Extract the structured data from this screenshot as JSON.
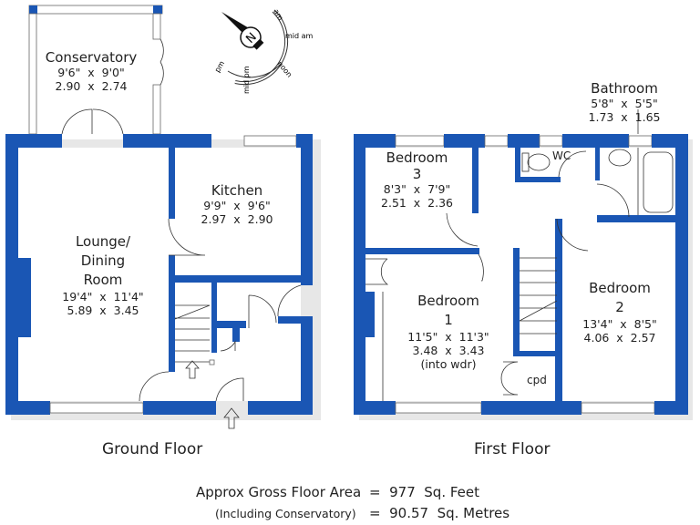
{
  "compass": {
    "north": "N",
    "labels": [
      "am",
      "mid am",
      "noon",
      "mid pm",
      "pm"
    ]
  },
  "ground_floor": {
    "title": "Ground Floor",
    "rooms": [
      {
        "name": "Conservatory",
        "imperial": "9'6\"  x  9'0\"",
        "metric": "2.90  x  2.74"
      },
      {
        "name": "Kitchen",
        "imperial": "9'9\"  x  9'6\"",
        "metric": "2.97  x  2.90"
      },
      {
        "name": "Lounge/\nDining\nRoom",
        "imperial": "19'4\"  x  11'4\"",
        "metric": "5.89  x  3.45"
      }
    ]
  },
  "first_floor": {
    "title": "First Floor",
    "rooms": [
      {
        "name": "Bathroom",
        "imperial": "5'8\"  x  5'5\"",
        "metric": "1.73  x  1.65"
      },
      {
        "name": "Bedroom\n3",
        "imperial": "8'3\"  x  7'9\"",
        "metric": "2.51  x  2.36"
      },
      {
        "name": "Bedroom\n1",
        "imperial": "11'5\"  x  11'3\"",
        "metric": "3.48  x  3.43",
        "note": "(into wdr)"
      },
      {
        "name": "Bedroom\n2",
        "imperial": "13'4\"  x  8'5\"",
        "metric": "4.06  x  2.57"
      }
    ],
    "wc": "WC",
    "cpd": "cpd"
  },
  "area": {
    "line1_label": "Approx Gross Floor Area",
    "line1_value": "=  977  Sq. Feet",
    "line2_label": "(Including Conservatory)",
    "line2_value": "=  90.57  Sq. Metres"
  },
  "colors": {
    "wall": "#1a56b4"
  }
}
